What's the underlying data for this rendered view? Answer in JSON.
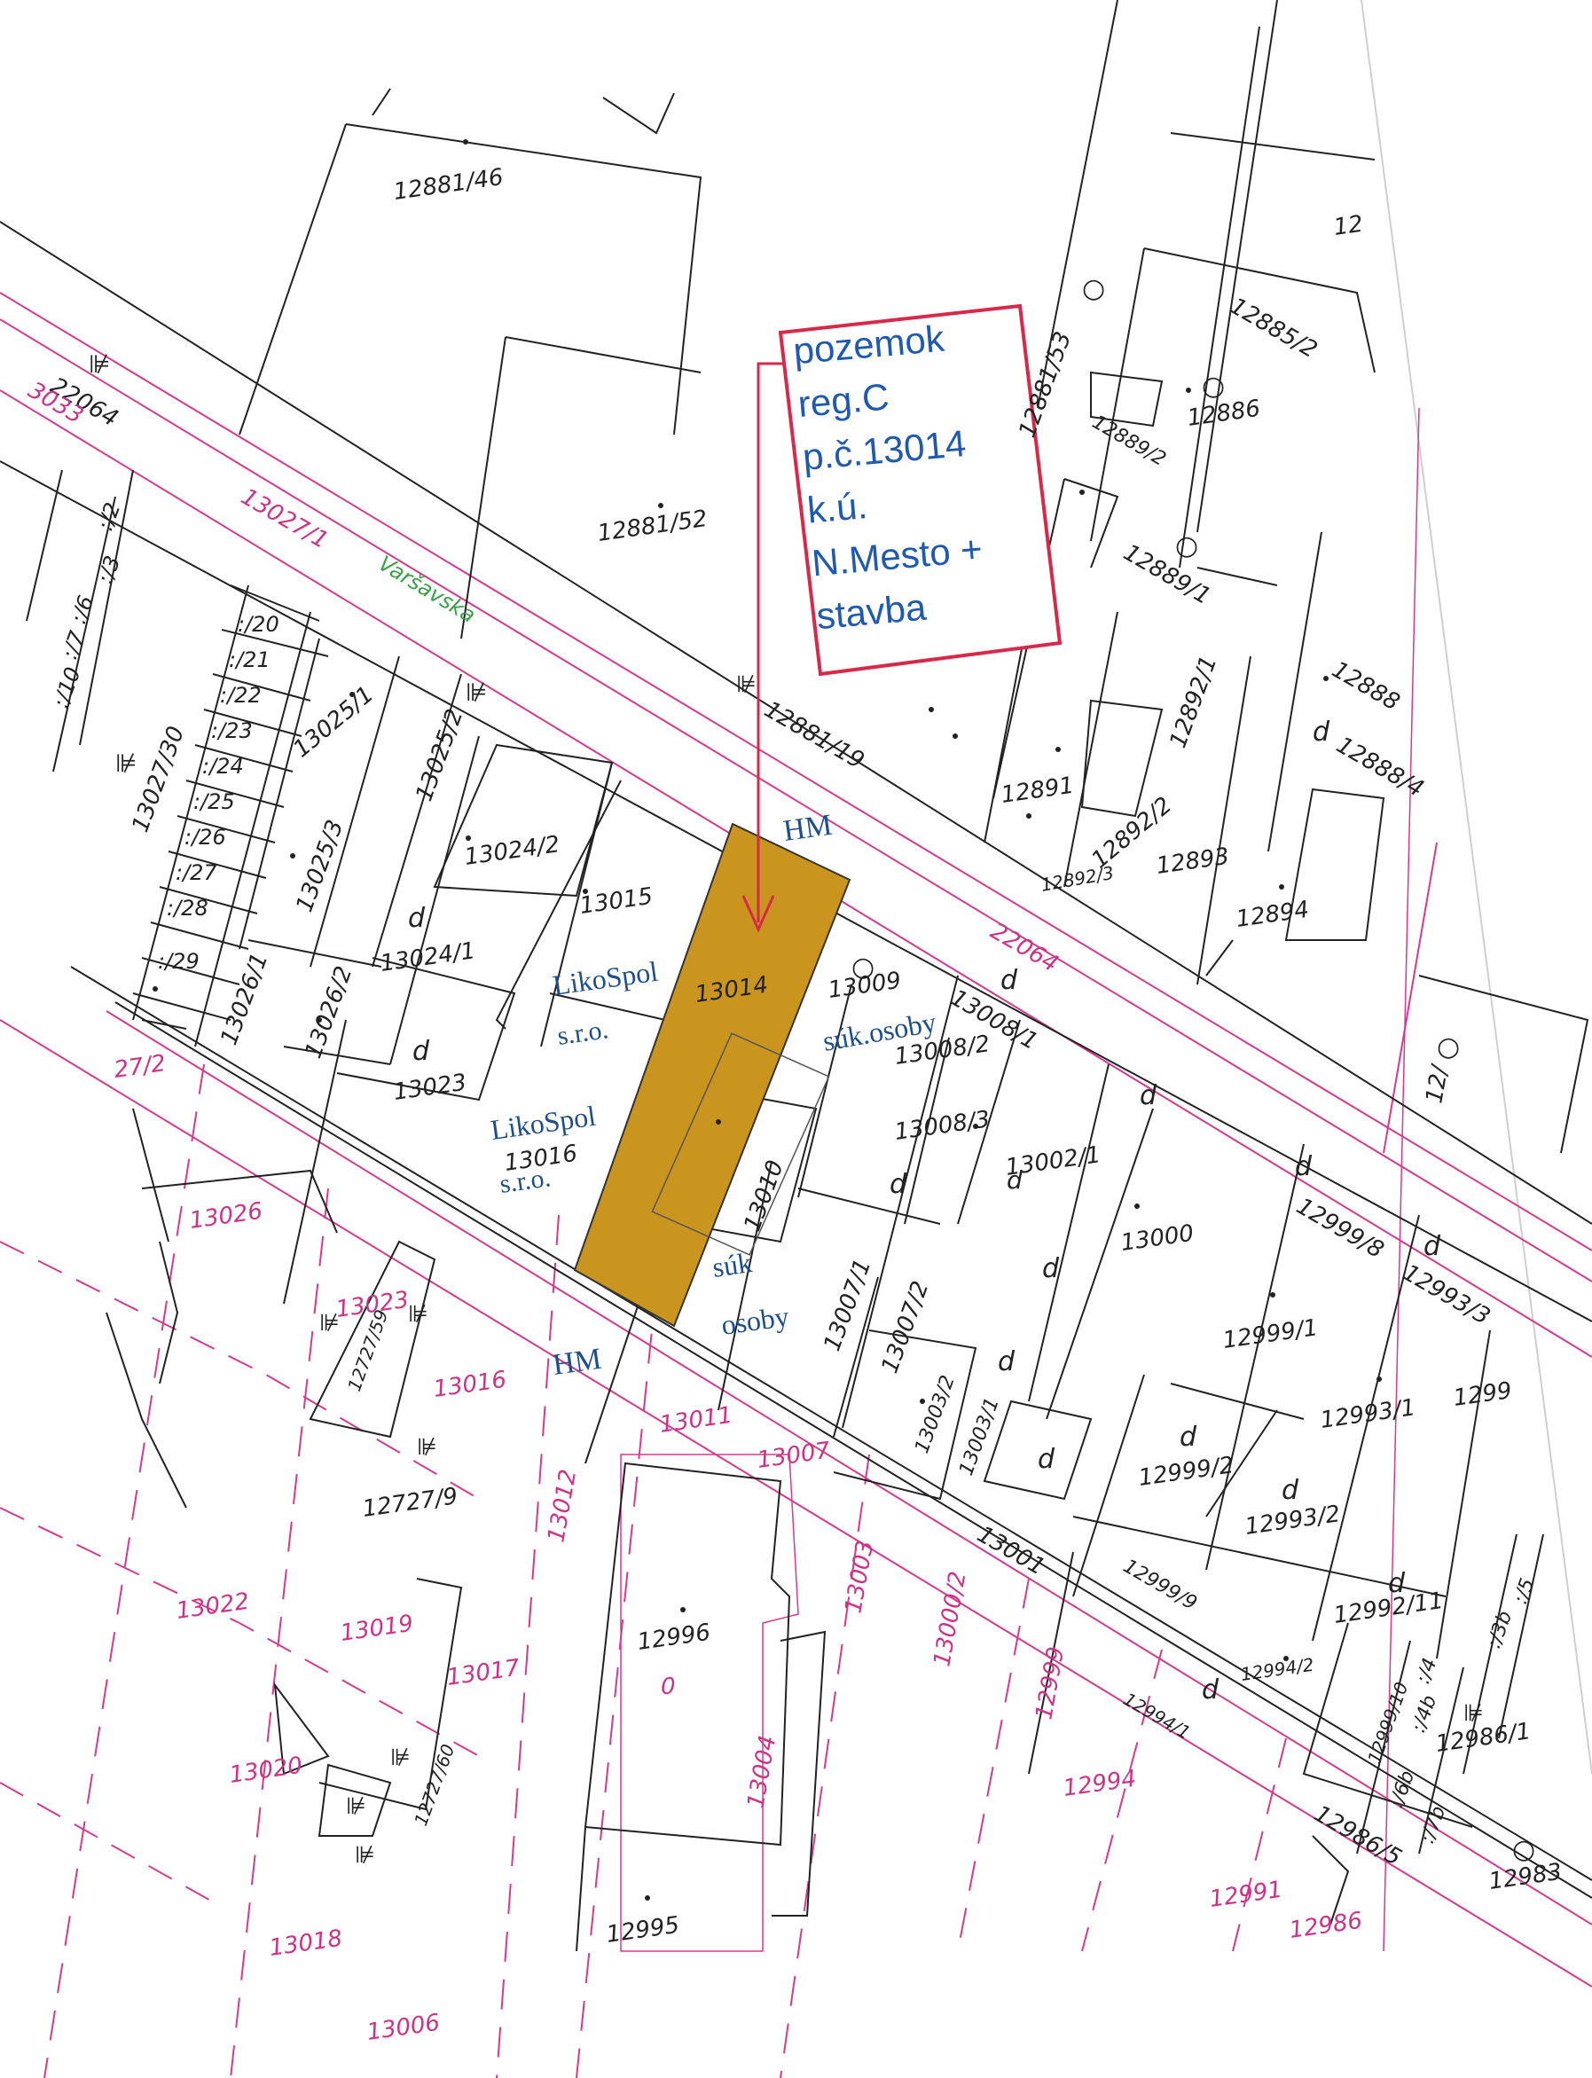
{
  "callout": {
    "lines": [
      "pozemok",
      "reg.C",
      "p.č.13014",
      "k.ú.",
      "N.Mesto +",
      "stavba"
    ],
    "border_color": "#d8294a",
    "text_color": "#1f5ab0"
  },
  "highlight": {
    "parcel": "13014",
    "fill": "#c9951f"
  },
  "street_name": "Varšavska",
  "annotations": {
    "hm_top": "HM",
    "hm_bottom": "HM",
    "likospol_1": "LikoSpol",
    "sro_1": "s.r.o.",
    "likospol_2": "LikoSpol",
    "sro_2": "s.r.o.",
    "suk_osoby_1": "súk.osoby",
    "suk_2": "súk",
    "osoby_2": "osoby"
  },
  "parcels_black": [
    "12881/46",
    "12881/52",
    "12881/53",
    "12885/2",
    "12886",
    "12889/2",
    "12889/1",
    "12888",
    "12888/4",
    "12881/19",
    "12891",
    "12892/1",
    "12892/2",
    "12892/3",
    "12893",
    "12894",
    "13025/1",
    "13025/2",
    "13025/3",
    "13024/2",
    "13024/1",
    "13015",
    "13014",
    "13009",
    "13008/1",
    "13008/2",
    "13008/3",
    "13002/1",
    "13026/1",
    "13026/2",
    "13023",
    "13016",
    "13010",
    "13000",
    "12999/8",
    "12993/3",
    "12999/1",
    "13007/1",
    "13007/2",
    "13003/2",
    "13003/1",
    "12993/1",
    "12999/2",
    "12993/2",
    "13001",
    "12999/9",
    "12992/11",
    "12994/2",
    "12994/1",
    "12999/10",
    "12986/1",
    "12986/5",
    "12983",
    "12727/59",
    "12727/9",
    "12727/60",
    "12996",
    "12995",
    "13027/30",
    "22064",
    ":/20",
    ":/21",
    ":/22",
    ":/23",
    ":/24",
    ":/25",
    ":/26",
    ":/27",
    ":/28",
    ":/29",
    ":/2",
    ":/3",
    ":/6",
    ":/7",
    ":/10",
    ":/4",
    ":/5",
    ":/7b",
    ":/3b",
    ":/6b",
    ":/4b",
    "1299",
    "12",
    "12/",
    "d"
  ],
  "parcels_pink": [
    "3033",
    "13027/1",
    "22064",
    "27/2",
    "13026",
    "13023",
    "13016",
    "13011",
    "13007",
    "13012",
    "13022",
    "13019",
    "13017",
    "13020",
    "13018",
    "13006",
    "13003",
    "13000/2",
    "12999",
    "12994",
    "13004",
    "12991",
    "12986",
    "0"
  ],
  "colors": {
    "line": "#222222",
    "pink": "#d63a8c",
    "green": "#3aa04a"
  }
}
